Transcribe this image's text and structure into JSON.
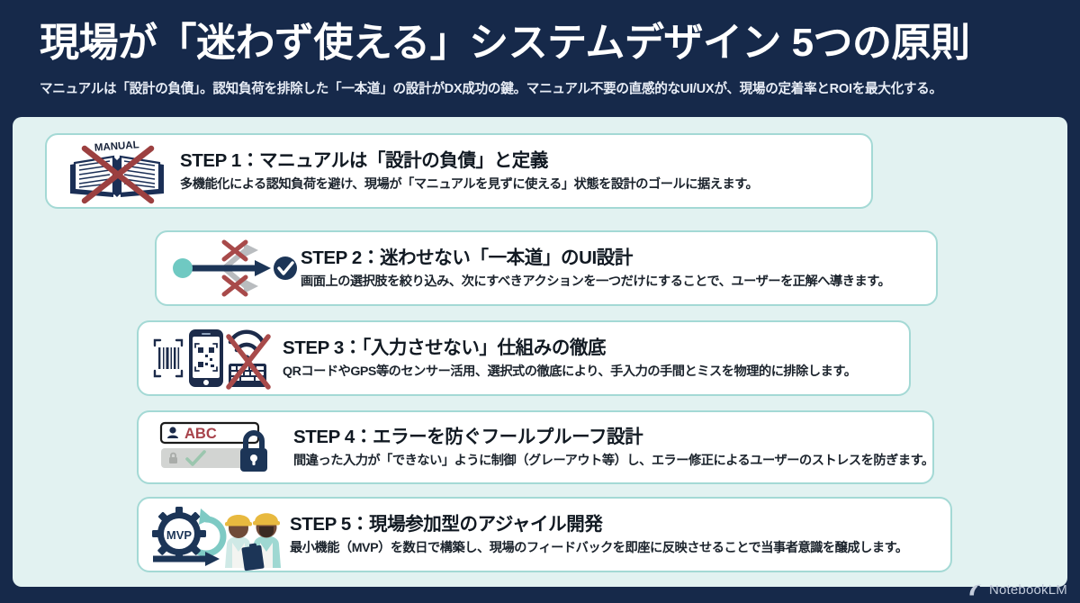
{
  "header": {
    "title": "現場が「迷わず使える」システムデザイン 5つの原則",
    "subtitle": "マニュアルは「設計の負債」。認知負荷を排除した「一本道」の設計がDX成功の鍵。マニュアル不要の直感的なUI/UXが、現場の定着率とROIを最大化する。"
  },
  "steps": [
    {
      "heading": "STEP 1：マニュアルは「設計の負債」と定義",
      "description": "多機能化による認知負荷を避け、現場が「マニュアルを見ずに使える」状態を設計のゴールに据えます。",
      "icon": "crossed-out-manual-book-icon",
      "icon_label": "MANUAL"
    },
    {
      "heading": "STEP 2：迷わせない「一本道」のUI設計",
      "description": "画面上の選択肢を絞り込み、次にすべきアクションを一つだけにすることで、ユーザーを正解へ導きます。",
      "icon": "single-path-arrow-checkmark-icon",
      "icon_label": ""
    },
    {
      "heading": "STEP 3：「入力させない」仕組みの徹底",
      "description": "QRコードやGPS等のセンサー活用、選択式の徹底により、手入力の手間とミスを物理的に排除します。",
      "icon": "barcode-qr-phone-crossed-keyboard-icon",
      "icon_label": ""
    },
    {
      "heading": "STEP 4：エラーを防ぐフールプルーフ設計",
      "description": "間違った入力が「できない」ように制御（グレーアウト等）し、エラー修正によるユーザーのストレスを防ぎます。",
      "icon": "locked-form-fields-padlock-icon",
      "icon_label": "ABC"
    },
    {
      "heading": "STEP 5：現場参加型のアジャイル開発",
      "description": "最小機能（MVP）を数日で構築し、現場のフィードバックを即座に反映させることで当事者意識を醸成します。",
      "icon": "mvp-gear-cycle-workers-icon",
      "icon_label": "MVP"
    }
  ],
  "watermark": {
    "label": "NotebookLM",
    "icon": "notebooklm-logo-icon"
  },
  "colors": {
    "background_navy": "#16294a",
    "panel_mint": "#e2f2f1",
    "card_white": "#ffffff",
    "card_border_teal": "#a4d9d5",
    "accent_navy": "#1c3557",
    "accent_teal": "#6fc9c2",
    "cross_red": "#a84343",
    "text_dark": "#111922",
    "title_white": "#ffffff"
  }
}
